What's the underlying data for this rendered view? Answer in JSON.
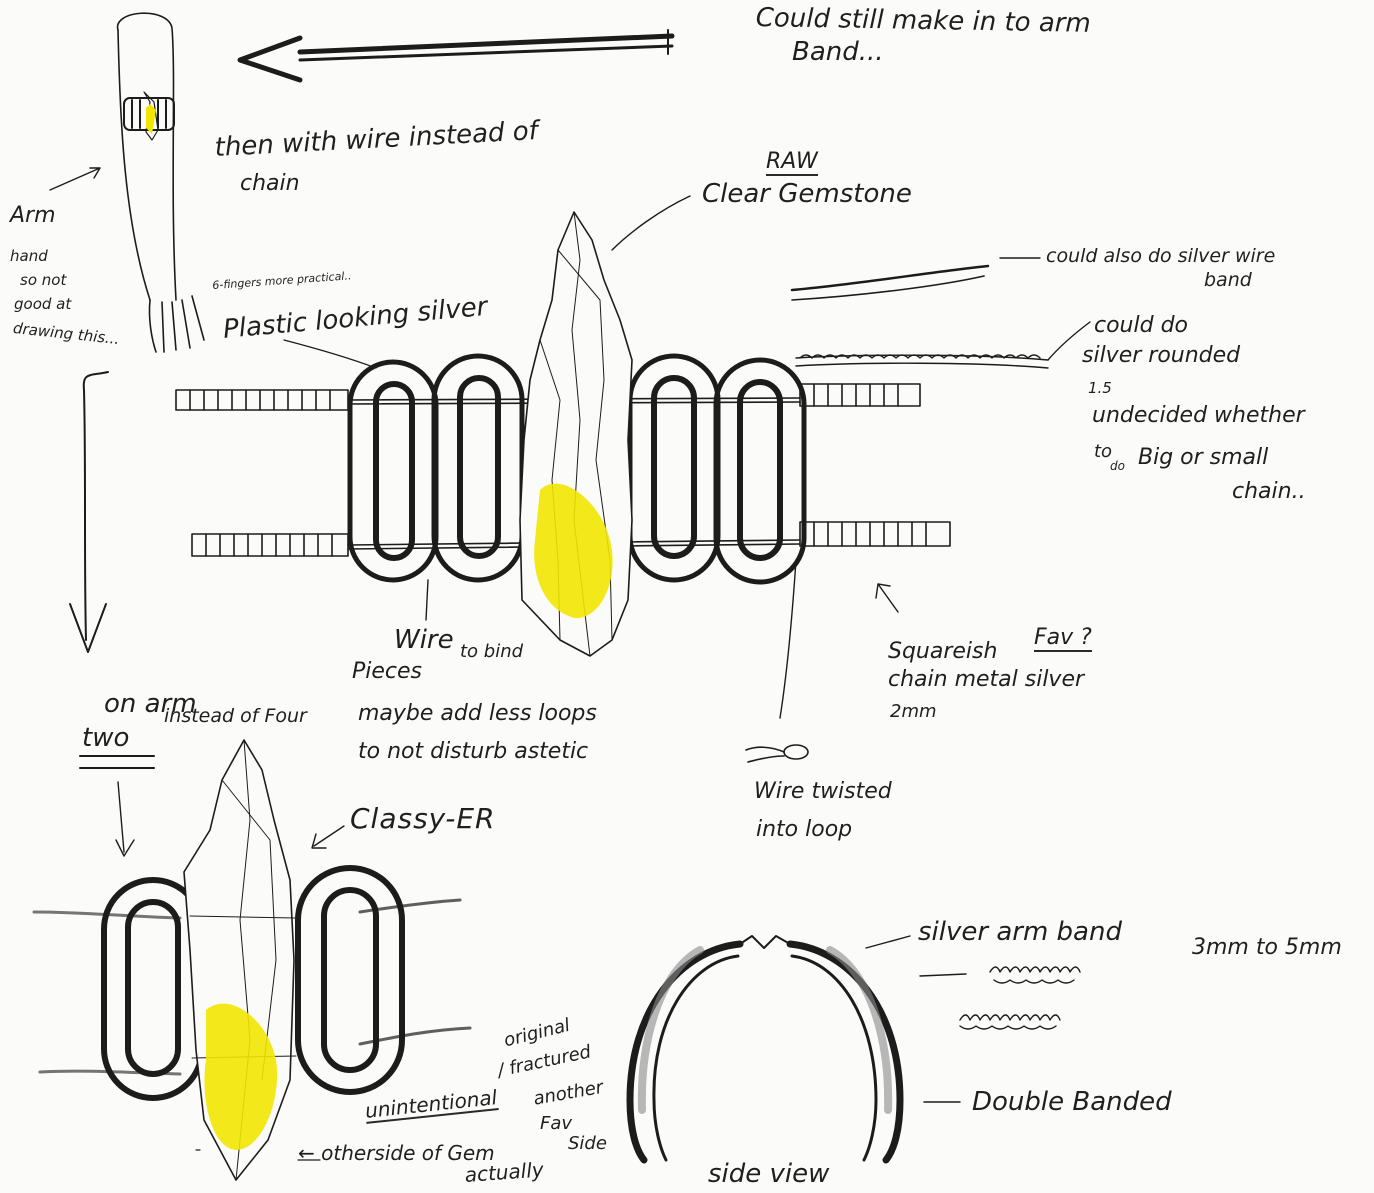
{
  "notes": {
    "top_right": [
      "Could still make in to arm",
      "Band..."
    ],
    "then_wire": [
      "then with wire instead of",
      "chain"
    ],
    "raw": "RAW",
    "clear_gemstone": "Clear Gemstone",
    "arm": "Arm",
    "hand": [
      "hand",
      "so not",
      "good at",
      "drawing this..."
    ],
    "fingers": "6-fingers more practical..",
    "plastic_silver": "Plastic looking silver",
    "silver_wire_band": [
      "could also do silver wire",
      "band"
    ],
    "rounded_chain": [
      "could do",
      "silver rounded",
      "1.5",
      "undecided whether",
      "to",
      "do",
      "Big or small",
      "chain.."
    ],
    "wire_bind": [
      "Wire",
      "to bind",
      "Pieces"
    ],
    "less_loops": [
      "maybe add less loops",
      "to not disturb astetic"
    ],
    "squareish": [
      "Squareish",
      "Fav ?",
      "chain metal silver",
      "2mm"
    ],
    "wire_twisted": [
      "Wire twisted",
      "into loop"
    ],
    "on_arm": "on arm",
    "two": "two",
    "instead_of_four": "instead of Four",
    "classy": "Classy-ER",
    "original": [
      "original",
      "/ fractured",
      "another",
      "Fav",
      "Side"
    ],
    "unintentional": "unintentional",
    "otherside": "← otherside of Gem",
    "actually": "actually",
    "silver_armband": "silver arm band",
    "size": "3mm to 5mm",
    "double_banded": "Double Banded",
    "side_view": "side view"
  },
  "colors": {
    "ink": "#1c1c1c",
    "yellow": "#f2e600",
    "paper": "#fbfbf9"
  }
}
